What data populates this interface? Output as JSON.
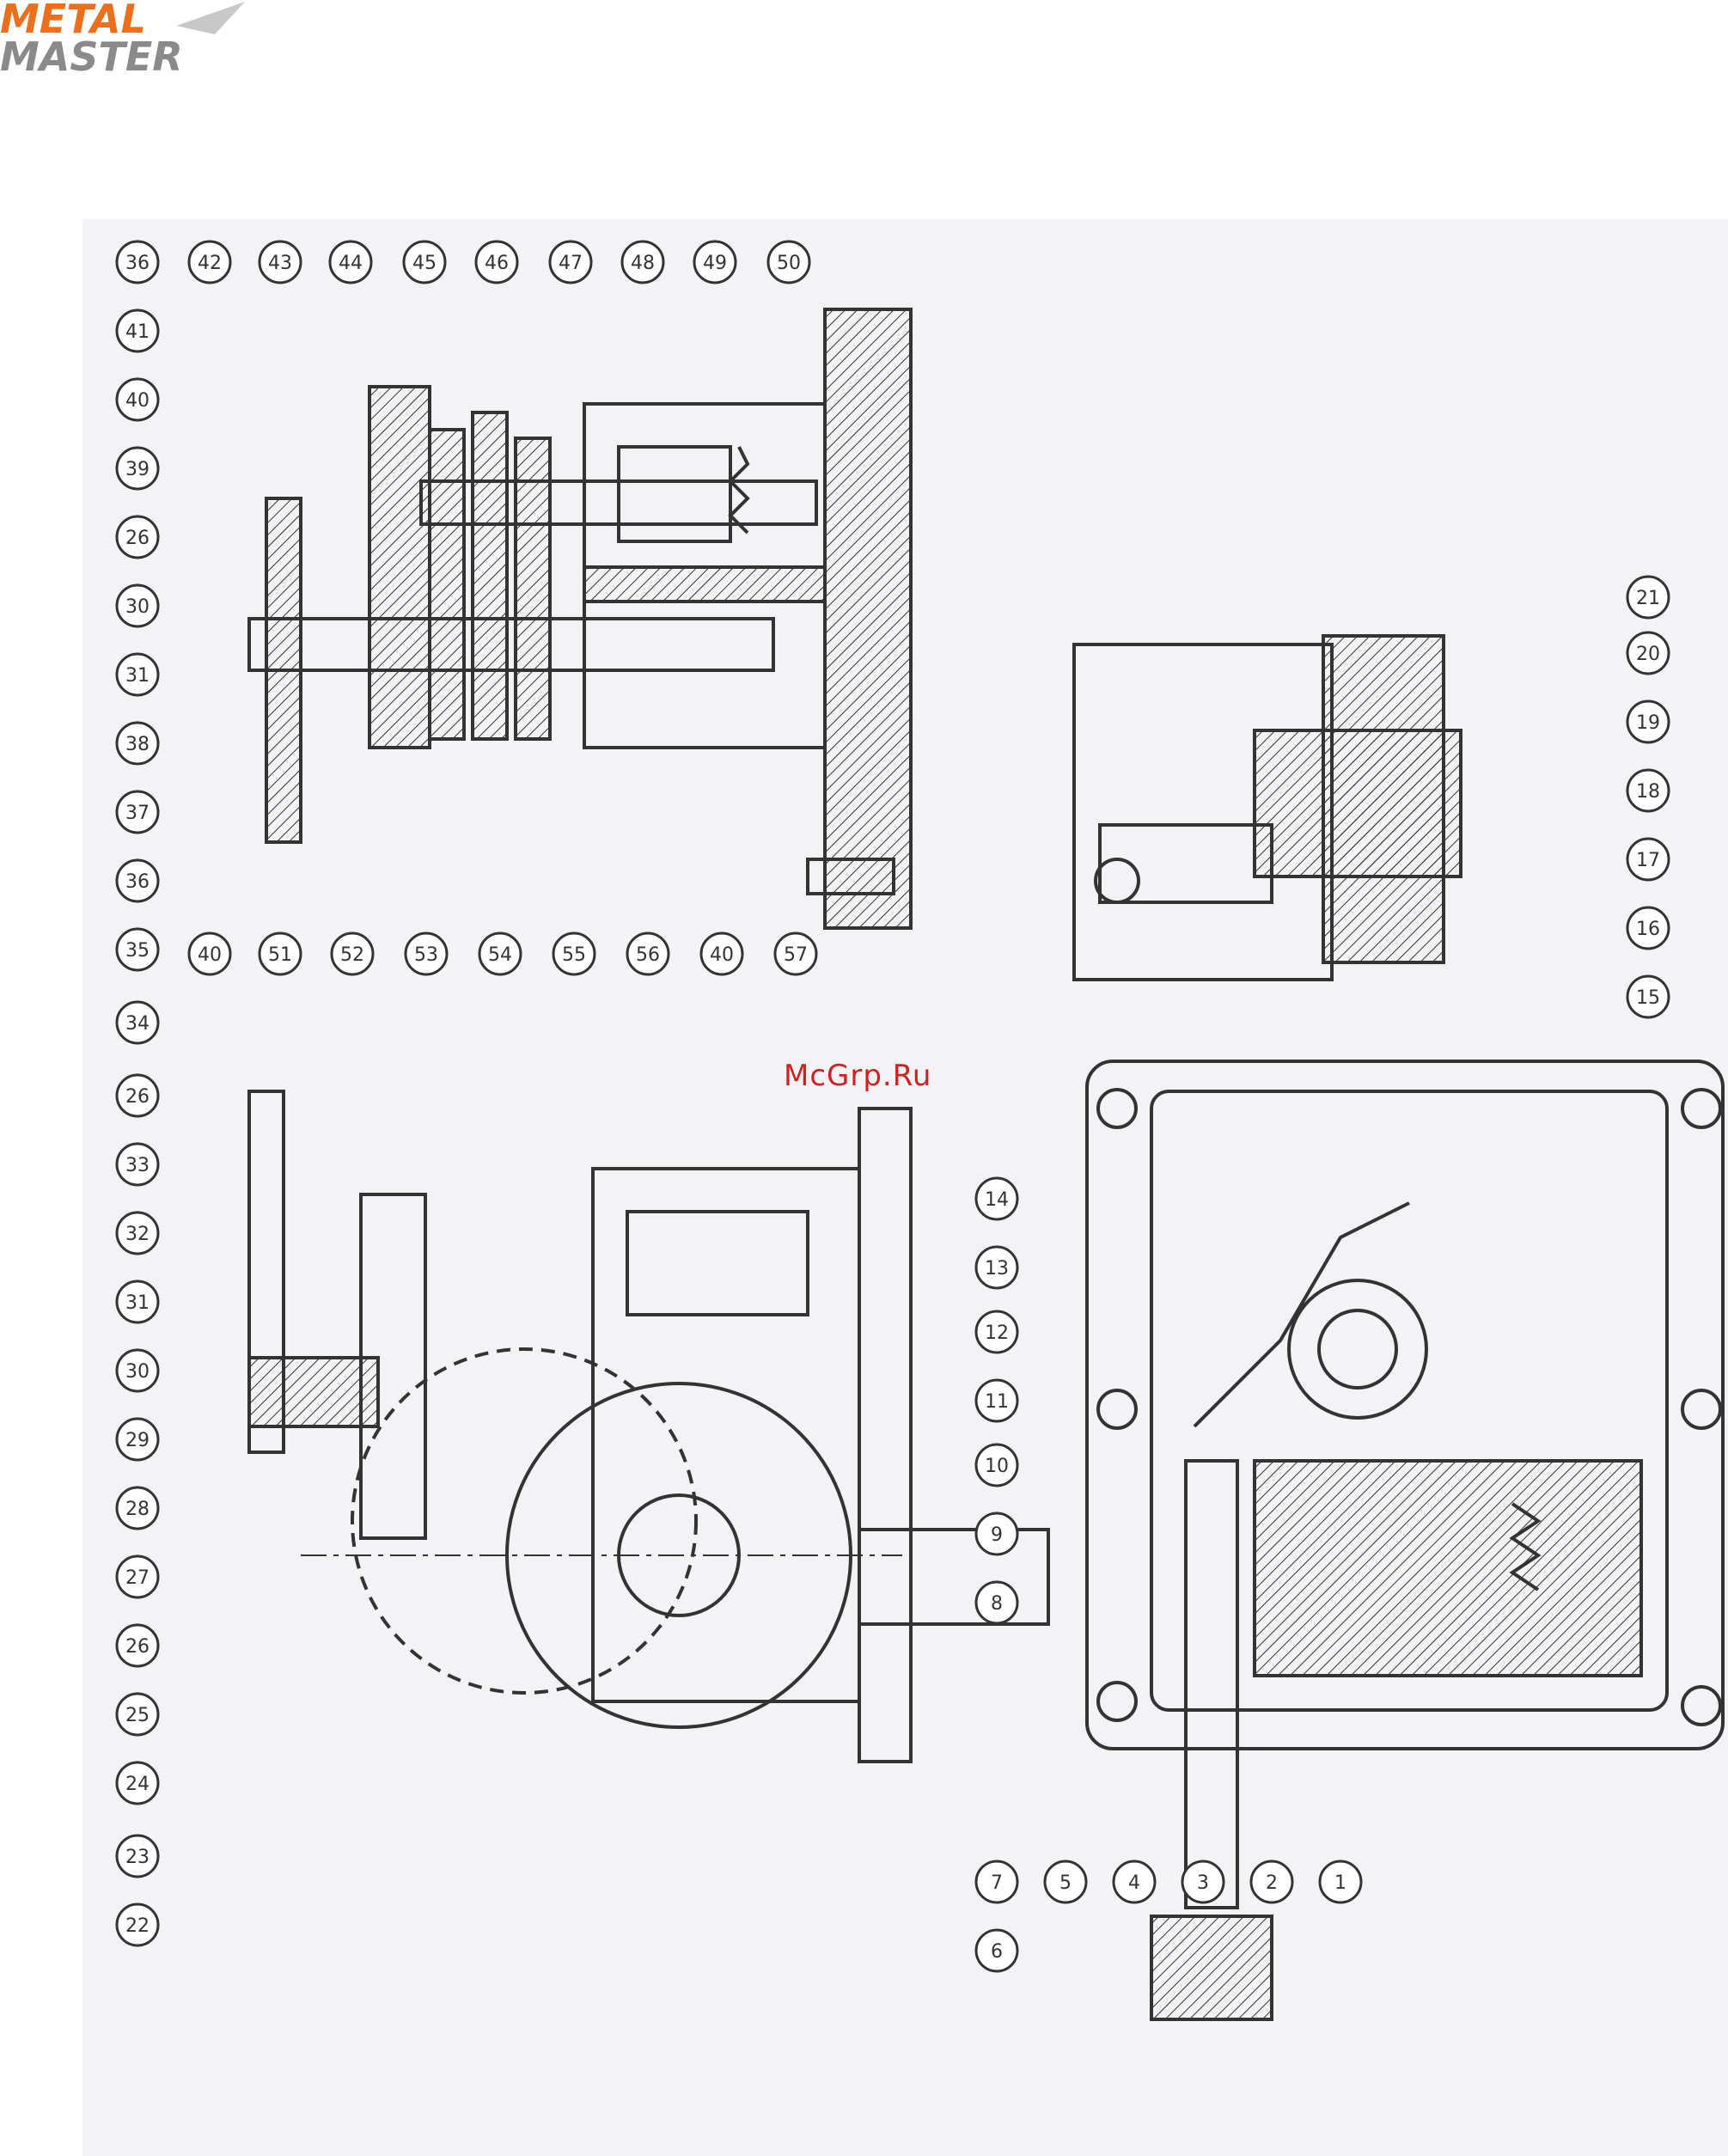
{
  "logo": {
    "line1": "METAL",
    "line2": "MASTER",
    "primary_color": "#ec6f1e",
    "secondary_color": "#8a8a8a"
  },
  "watermark": {
    "text": "McGrp.Ru",
    "color": "#cc2222"
  },
  "callouts": {
    "top_left_row": [
      "36",
      "42",
      "43",
      "44",
      "45",
      "46",
      "47",
      "48",
      "49",
      "50"
    ],
    "top_mid_row": [
      "41",
      "40",
      "39",
      "26",
      "30",
      "31",
      "38",
      "37",
      "36",
      "35",
      "40",
      "51",
      "52",
      "53",
      "54",
      "55",
      "56",
      "40",
      "57"
    ],
    "left_lower_row": [
      "34",
      "26",
      "33",
      "32",
      "31",
      "30",
      "29",
      "28",
      "27",
      "26",
      "25",
      "24",
      "23",
      "22"
    ],
    "right_row": [
      "21",
      "20",
      "19",
      "18",
      "17",
      "16",
      "15"
    ],
    "bottom_row": [
      "14",
      "13",
      "12",
      "11",
      "10",
      "9",
      "8",
      "7",
      "6",
      "5",
      "4",
      "3",
      "2",
      "1"
    ]
  }
}
